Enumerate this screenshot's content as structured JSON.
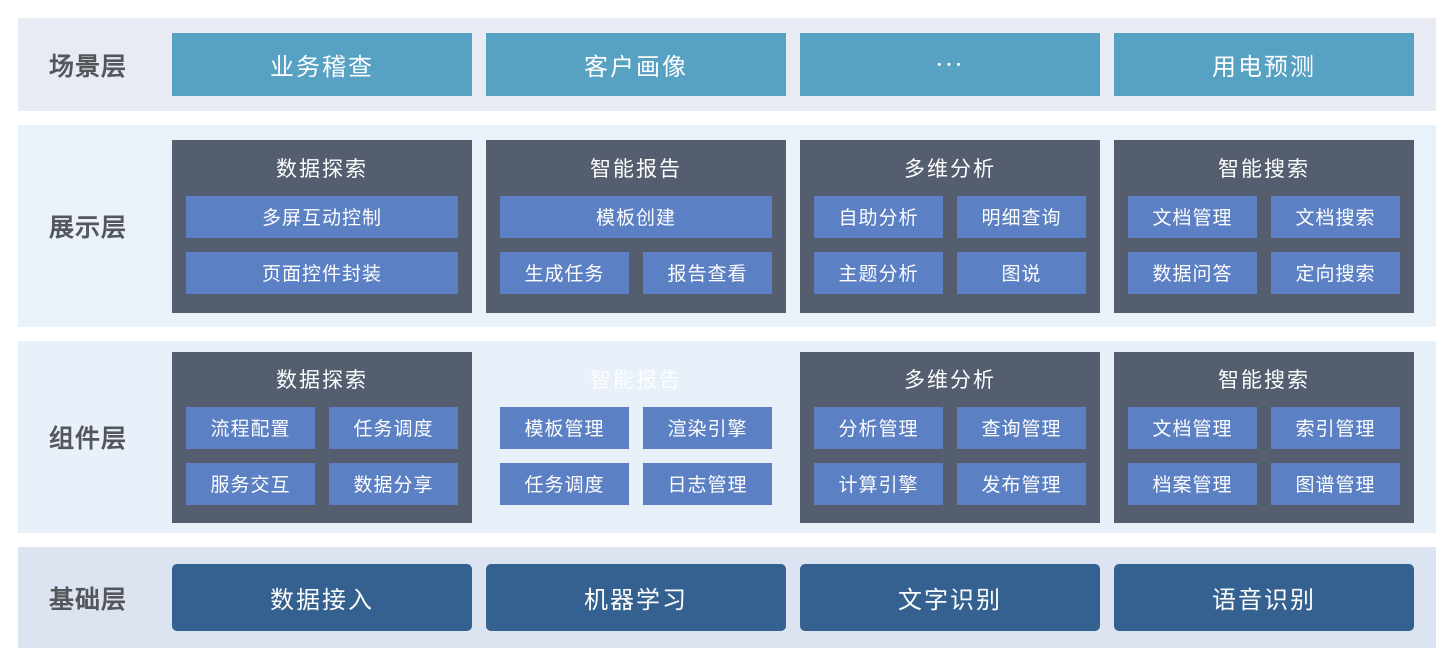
{
  "palette": {
    "scenario_box": "#57a1c3",
    "group_dark": "#545e6f",
    "module_blue": "#5c80c4",
    "foundation_blue": "#34618f",
    "band_scenario_bg": "#e8ebf3",
    "band_display_bg": "#e9f1f9",
    "band_component_bg": "#e8f1f9",
    "band_foundation_bg": "#dbe4f0",
    "label_text": "#54565c",
    "box_text": "#fdfdfd"
  },
  "layers": {
    "scenario": {
      "label": "场景层",
      "boxes": [
        "业务稽查",
        "客户画像",
        "···",
        "用电预测"
      ]
    },
    "display": {
      "label": "展示层",
      "groups": [
        {
          "title": "数据探索",
          "rows": [
            [
              "多屏互动控制"
            ],
            [
              "页面控件封装"
            ]
          ]
        },
        {
          "title": "智能报告",
          "rows": [
            [
              "模板创建"
            ],
            [
              "生成任务",
              "报告查看"
            ]
          ]
        },
        {
          "title": "多维分析",
          "rows": [
            [
              "自助分析",
              "明细查询"
            ],
            [
              "主题分析",
              "图说"
            ]
          ]
        },
        {
          "title": "智能搜索",
          "rows": [
            [
              "文档管理",
              "文档搜索"
            ],
            [
              "数据问答",
              "定向搜索"
            ]
          ]
        }
      ]
    },
    "component": {
      "label": "组件层",
      "groups": [
        {
          "title": "数据探索",
          "ghost": false,
          "rows": [
            [
              "流程配置",
              "任务调度"
            ],
            [
              "服务交互",
              "数据分享"
            ]
          ]
        },
        {
          "title": "智能报告",
          "ghost": true,
          "rows": [
            [
              "模板管理",
              "渲染引擎"
            ],
            [
              "任务调度",
              "日志管理"
            ]
          ]
        },
        {
          "title": "多维分析",
          "ghost": false,
          "rows": [
            [
              "分析管理",
              "查询管理"
            ],
            [
              "计算引擎",
              "发布管理"
            ]
          ]
        },
        {
          "title": "智能搜索",
          "ghost": false,
          "rows": [
            [
              "文档管理",
              "索引管理"
            ],
            [
              "档案管理",
              "图谱管理"
            ]
          ]
        }
      ]
    },
    "foundation": {
      "label": "基础层",
      "boxes": [
        "数据接入",
        "机器学习",
        "文字识别",
        "语音识别"
      ]
    }
  }
}
